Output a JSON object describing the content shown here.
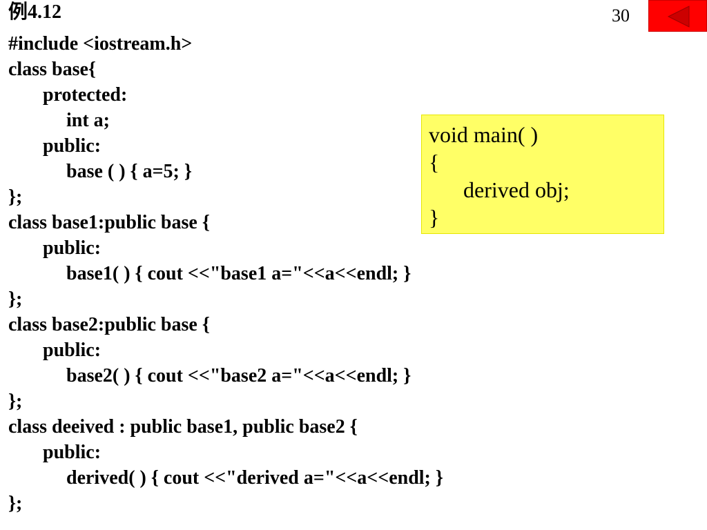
{
  "slide": {
    "title": "例4.12",
    "page_number": "30"
  },
  "navigation": {
    "back_button_icon": "triangle-left-icon",
    "button_color": "#ff0000",
    "arrow_color": "#cc0000"
  },
  "code_lines": [
    "#include <iostream.h>",
    "class base{",
    "protected:",
    "int a;",
    "public:",
    "base ( ) { a=5; }",
    "};",
    "class base1:public base {",
    "public:",
    "base1( ) { cout <<\"base1 a=\"<<a<<endl; }",
    "};",
    "class base2:public base {",
    "public:",
    "base2( ) { cout <<\"base2 a=\"<<a<<endl; }",
    "};",
    "class deeived : public base1, public base2 {",
    "public:",
    "derived( ) { cout <<\"derived a=\"<<a<<endl; }",
    "};"
  ],
  "main_box": {
    "background_color": "#ffff66",
    "lines": [
      "void main( )",
      "{",
      "derived obj;",
      "}"
    ]
  }
}
